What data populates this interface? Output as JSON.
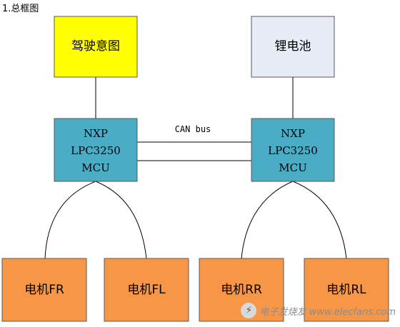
{
  "heading": "1.总框图",
  "colors": {
    "yellow_box": "#ffff00",
    "battery_box": "#e8ecf7",
    "mcu_box": "#4bacc6",
    "motor_box": "#f79646",
    "border": "#595959"
  },
  "nodes": {
    "driving_intent": "驾驶意图",
    "battery": "锂电池",
    "mcu_left": [
      "NXP",
      "LPC3250",
      "MCU"
    ],
    "mcu_right": [
      "NXP",
      "LPC3250",
      "MCU"
    ],
    "motor_fr": "电机FR",
    "motor_fl": "电机FL",
    "motor_rr": "电机RR",
    "motor_rl": "电机RL"
  },
  "bus_label": "CAN bus",
  "watermark": {
    "text": "电子发烧友 www.elecfans.com"
  }
}
